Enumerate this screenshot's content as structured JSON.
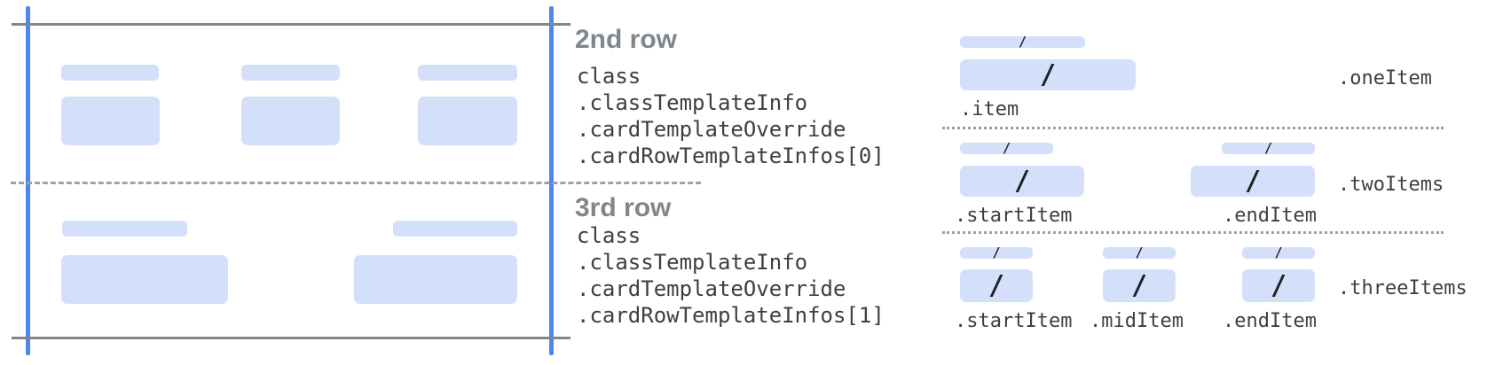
{
  "colors": {
    "accent_blue_line": "#4d86ec",
    "placeholder_fill": "#d4e0fa",
    "solid_line_gray": "#80868b",
    "dashed_line_gray": "#9aa0a6",
    "heading_gray": "#80868b",
    "code_text": "#3c4043",
    "slash_dark": "#202124"
  },
  "middle": {
    "blocks": [
      {
        "title": "2nd row",
        "lines": [
          "class",
          ".classTemplateInfo",
          ".cardTemplateOverride",
          ".cardRowTemplateInfos[0]"
        ]
      },
      {
        "title": "3rd row",
        "lines": [
          "class",
          ".classTemplateInfo",
          ".cardTemplateOverride",
          ".cardRowTemplateInfos[1]"
        ]
      }
    ]
  },
  "right": {
    "slash": "/",
    "rows": [
      {
        "group_label": ".oneItem",
        "item_labels": [
          ".item"
        ]
      },
      {
        "group_label": ".twoItems",
        "item_labels": [
          ".startItem",
          ".endItem"
        ]
      },
      {
        "group_label": ".threeItems",
        "item_labels": [
          ".startItem",
          ".midItem",
          ".endItem"
        ]
      }
    ]
  }
}
